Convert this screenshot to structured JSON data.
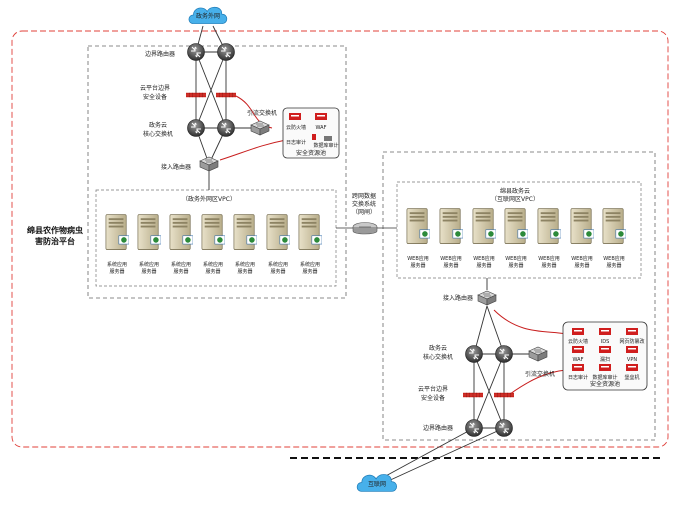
{
  "platform": {
    "line1": "绵县农作物病虫",
    "line2": "害防治平台"
  },
  "left": {
    "cloud": "政务外网",
    "border_router": "边界路由器",
    "security_device_l1": "云平台边界",
    "security_device_l2": "安全设备",
    "core_switch_l1": "政务云",
    "core_switch_l2": "核心交换机",
    "bypass_switch": "引流交换机",
    "access_router": "接入路由器",
    "security_pool": {
      "title": "安全资源池",
      "items": [
        "云防火墙",
        "WAF",
        "日志审计",
        "数据库审计"
      ]
    },
    "vpc_label": "（政务外网区VPC）",
    "server_label_l1": "系统应用",
    "server_label_l2": "服务器"
  },
  "middle": {
    "l1": "跨网数据",
    "l2": "交换系统",
    "l3": "（网闸）"
  },
  "right": {
    "zone_l1": "绵县政务云",
    "zone_l2": "（互联网区VPC）",
    "server_label_l1": "WEB应用",
    "server_label_l2": "服务器",
    "access_router": "接入路由器",
    "core_switch_l1": "政务云",
    "core_switch_l2": "核心交换机",
    "bypass_switch": "引流交换机",
    "security_device_l1": "云平台边界",
    "security_device_l2": "安全设备",
    "border_router": "边界路由器",
    "cloud": "互联网",
    "security_pool": {
      "title": "安全资源池",
      "items": [
        "云防火墙",
        "IDS",
        "网页防篡改",
        "WAF",
        "漏扫",
        "VPN",
        "日志审计",
        "数据库审计",
        "堡垒机"
      ]
    }
  },
  "colors": {
    "platform_border": "#e0403a",
    "zone_border": "#666666",
    "red_link": "#c81e1e",
    "device": "#4a4a4a",
    "cloud": "#3aa6e0"
  }
}
